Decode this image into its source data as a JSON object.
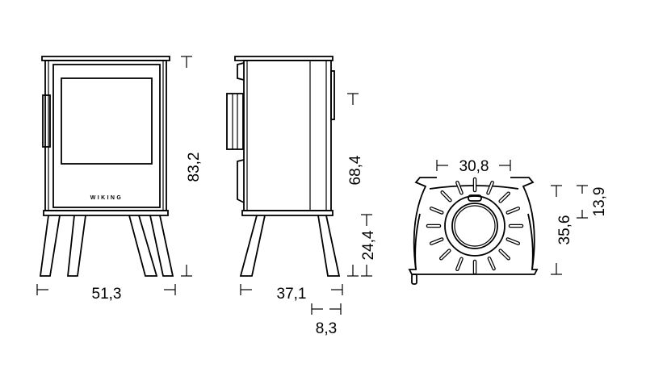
{
  "front_view": {
    "brand_label": "WIKING",
    "width_label": "51,3",
    "height_label": "83,2"
  },
  "side_view": {
    "depth_label": "37,1",
    "door_height_label": "68,4",
    "leg_height_label": "24,4",
    "offset_label": "8,3"
  },
  "top_view": {
    "flue_width_label": "30,8",
    "depth_label": "35,6",
    "flue_offset_label": "13,9"
  }
}
